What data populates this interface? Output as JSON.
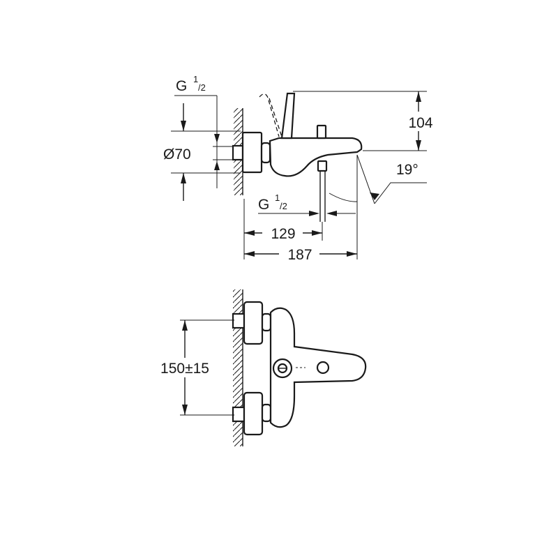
{
  "side_view": {
    "inlet_thread": {
      "main": "G",
      "sup": "1",
      "sub": "/2"
    },
    "diameter": "Ø70",
    "height": "104",
    "angle": "19°",
    "outlet_thread": {
      "main": "G",
      "sup": "1",
      "sub": "/2"
    },
    "projection_outlet": "129",
    "projection_total": "187"
  },
  "front_view": {
    "inlet_spacing": "150±15"
  }
}
